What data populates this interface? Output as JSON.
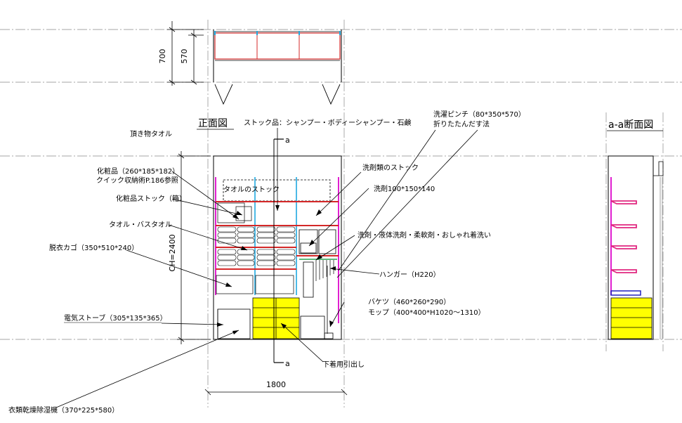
{
  "titles": {
    "front": "正面図",
    "section": "a-a断面図"
  },
  "section_marks": {
    "top": "a",
    "bottom": "a"
  },
  "dimensions": {
    "upper_total": "700",
    "upper_inner": "570",
    "ceiling_height": "CH=2400",
    "width": "1800"
  },
  "labels": {
    "towel_gift": "頂き物タオル",
    "stock_items": "ストック品：シャンプー・ボディーシャンプー・石鹸",
    "laundry_hanger": "洗濯ピンチ（80*350*570）",
    "laundry_hanger_fold": "折りたたんだす法",
    "cosmetics": "化粧品（260*185*182）",
    "cosmetics_ref": "クイック収納術P.186参照",
    "detergent_stock": "洗剤類のストック",
    "towel_stock": "タオルのストック",
    "detergent_size": "洗剤100*150*140",
    "cosmetics_box": "化粧品ストック（箱）",
    "towels": "タオル・バスタオル",
    "detergent_types": "洗剤・液体洗剤・柔軟剤・おしゃれ着洗い",
    "laundry_basket": "脱衣カゴ（350*510*240）",
    "hanger": "ハンガー（H220）",
    "bucket": "バケツ（460*260*290）",
    "mop": "モップ（400*400*H1020～1310）",
    "heater": "電気ストーブ（305*135*365）",
    "underwear_drawer": "下着用引出し",
    "dehumidifier": "衣類乾燥除湿機（370*225*580）"
  },
  "colors": {
    "shelf_red": "#d42828",
    "post_magenta": "#e020d0",
    "post_cyan": "#20a8e0",
    "drawer_yellow": "#ffff00",
    "shelf_pink": "#e02880",
    "section_blue": "#2020c0"
  }
}
